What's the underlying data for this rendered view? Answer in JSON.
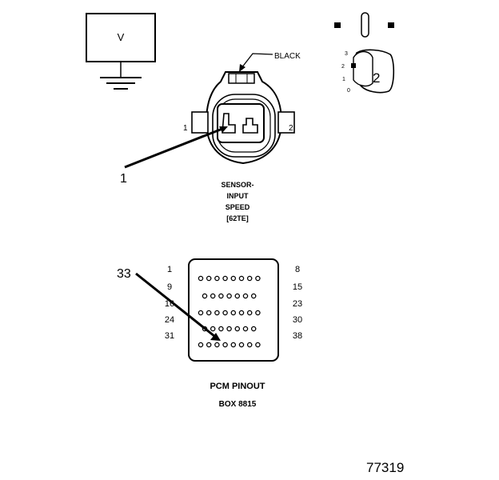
{
  "meter": {
    "label": "V"
  },
  "switch": {
    "position_labels": [
      "3",
      "2",
      "1",
      "0"
    ],
    "callout": "2"
  },
  "sensor_connector": {
    "wire_color": "BLACK",
    "side_labels": {
      "left": "1",
      "right": "2"
    },
    "callout": "1",
    "caption_lines": [
      "SENSOR-",
      "INPUT",
      "SPEED",
      "[62TE]"
    ]
  },
  "pcm_connector": {
    "callout": "33",
    "pin_rows": [
      {
        "left": "1",
        "right": "8",
        "pins": 8
      },
      {
        "left": "9",
        "right": "15",
        "pins": 7
      },
      {
        "left": "16",
        "right": "23",
        "pins": 8
      },
      {
        "left": "24",
        "right": "30",
        "pins": 7
      },
      {
        "left": "31",
        "right": "38",
        "pins": 8
      }
    ],
    "caption_title": "PCM PINOUT",
    "caption_box": "BOX 8815"
  },
  "figure_number": "77319"
}
